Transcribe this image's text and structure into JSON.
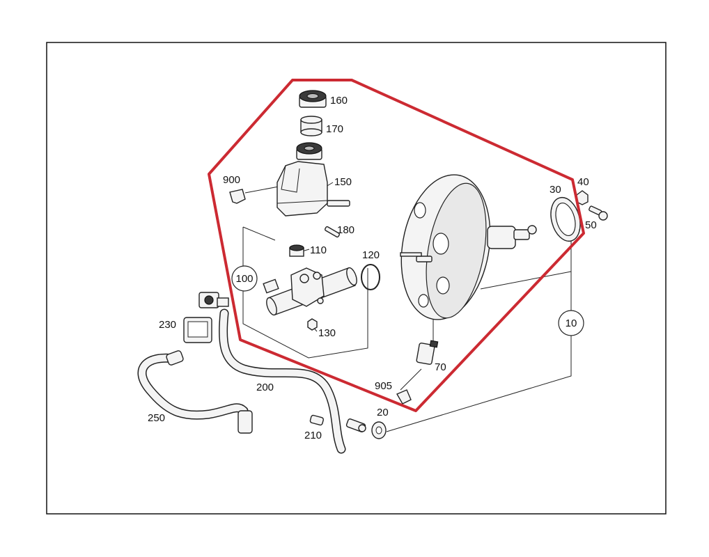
{
  "colors": {
    "highlight": "#cc2a32",
    "line": "#222222",
    "frame": "#111111"
  },
  "labels": {
    "p10": "10",
    "p20": "20",
    "p30": "30",
    "p40": "40",
    "p50": "50",
    "p70": "70",
    "p100": "100",
    "p110": "110",
    "p120": "120",
    "p130": "130",
    "p150": "150",
    "p160": "160",
    "p170": "170",
    "p180": "180",
    "p200": "200",
    "p210": "210",
    "p230": "230",
    "p250": "250",
    "p900": "900",
    "p905": "905"
  }
}
